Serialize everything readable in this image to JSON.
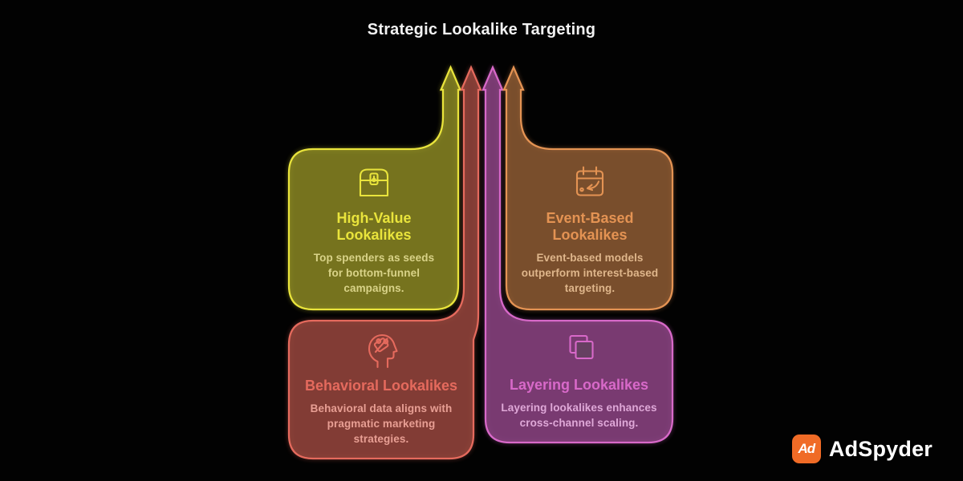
{
  "title": "Strategic Lookalike Targeting",
  "colors": {
    "background": "#020202",
    "title_text": "#f2f2f2"
  },
  "cards": [
    {
      "id": "high-value",
      "title": "High-Value Lookalikes",
      "description": "Top spenders as seeds for bottom-funnel campaigns.",
      "accent": "#e9e43c",
      "description_color": "#d9d388",
      "icon": "treasure-chest-icon"
    },
    {
      "id": "event-based",
      "title": "Event-Based Lookalikes",
      "description": "Event-based models outperform interest-based targeting.",
      "accent": "#e49353",
      "description_color": "#dfb68b",
      "icon": "calendar-event-icon"
    },
    {
      "id": "behavioral",
      "title": "Behavioral Lookalikes",
      "description": "Behavioral data aligns with pragmatic marketing strategies.",
      "accent": "#e56a5d",
      "description_color": "#e89f94",
      "icon": "head-psychology-icon"
    },
    {
      "id": "layering",
      "title": "Layering Lookalikes",
      "description": "Layering lookalikes enhances cross-channel scaling.",
      "accent": "#d869c9",
      "description_color": "#dfa8d8",
      "icon": "layers-squares-icon"
    }
  ],
  "brand": {
    "icon_text": "Ad",
    "name": "AdSpyder",
    "icon_bg": "#f06b26"
  }
}
